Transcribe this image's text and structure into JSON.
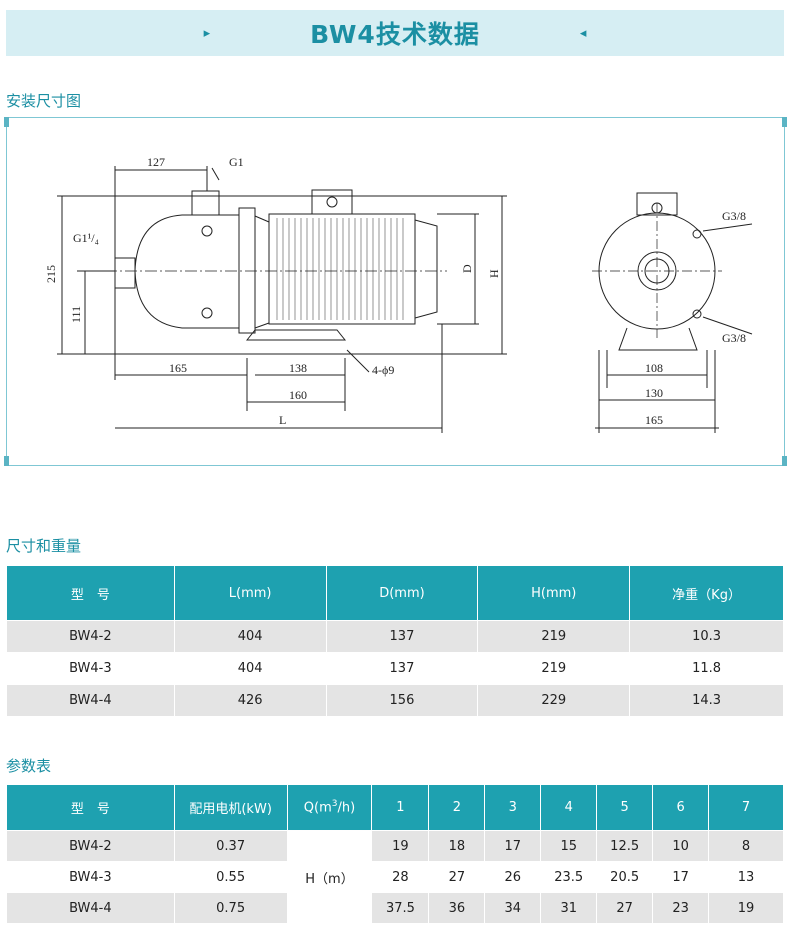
{
  "header": {
    "title": "BW4技术数据",
    "left_arrow": "▸",
    "right_arrow": "◂"
  },
  "sections": {
    "install": "安装尺寸图",
    "dims": "尺寸和重量",
    "params": "参数表"
  },
  "drawing_labels": {
    "dim_127": "127",
    "g1": "G1",
    "g1_quarter": "G1¹/₄",
    "dim_215": "215",
    "dim_111": "111",
    "dim_165": "165",
    "dim_138": "138",
    "dim_160": "160",
    "hole": "4-ϕ9",
    "L": "L",
    "D": "D",
    "H": "H",
    "g38_top": "G3/8",
    "g38_bottom": "G3/8",
    "dim_108": "108",
    "dim_130": "130",
    "dim_165b": "165"
  },
  "dims_table": {
    "headers": [
      "型　号",
      "L(mm)",
      "D(mm)",
      "H(mm)",
      "净重（Kg）"
    ],
    "rows": [
      [
        "BW4-2",
        "404",
        "137",
        "219",
        "10.3"
      ],
      [
        "BW4-3",
        "404",
        "137",
        "219",
        "11.8"
      ],
      [
        "BW4-4",
        "426",
        "156",
        "229",
        "14.3"
      ]
    ]
  },
  "params_table": {
    "header_model": "型　号",
    "header_motor": "配用电机(kW)",
    "header_q_prefix": "Q(m",
    "header_q_sup": "3",
    "header_q_suffix": "/h)",
    "q_points": [
      "1",
      "2",
      "3",
      "4",
      "5",
      "6",
      "7"
    ],
    "h_label": "H（m）",
    "rows": [
      {
        "model": "BW4-2",
        "motor": "0.37",
        "h": [
          "19",
          "18",
          "17",
          "15",
          "12.5",
          "10",
          "8"
        ]
      },
      {
        "model": "BW4-3",
        "motor": "0.55",
        "h": [
          "28",
          "27",
          "26",
          "23.5",
          "20.5",
          "17",
          "13"
        ]
      },
      {
        "model": "BW4-4",
        "motor": "0.75",
        "h": [
          "37.5",
          "36",
          "34",
          "31",
          "27",
          "23",
          "19"
        ]
      }
    ]
  }
}
